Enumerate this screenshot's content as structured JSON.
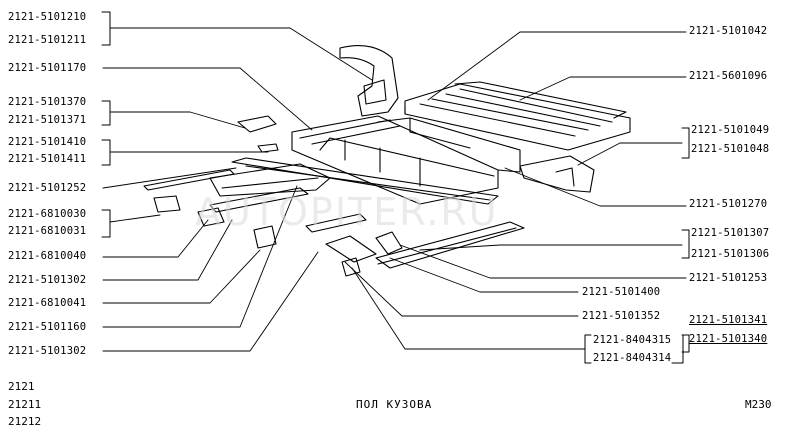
{
  "labels_left": [
    "2121-5101210",
    "2121-5101211",
    "2121-5101170",
    "2121-5101370",
    "2121-5101371",
    "2121-5101410",
    "2121-5101411",
    "2121-5101252",
    "2121-6810030",
    "2121-6810031",
    "2121-6810040",
    "2121-5101302",
    "2121-6810041",
    "2121-5101160",
    "2121-5101302"
  ],
  "labels_right": [
    "2121-5101042",
    "2121-5601096",
    "2121-5101049",
    "2121-5101048",
    "2121-5101270",
    "2121-5101307",
    "2121-5101306",
    "2121-5101253",
    "2121-5101341",
    "2121-5101340"
  ],
  "labels_center": [
    "2121-5101400",
    "2121-5101352",
    "2121-8404315",
    "2121-8404314"
  ],
  "models": [
    "2121",
    "21211",
    "21212"
  ],
  "title": "ПОЛ КУЗОВА",
  "page_code": "M230",
  "watermark": "AUTOPITER.RU"
}
